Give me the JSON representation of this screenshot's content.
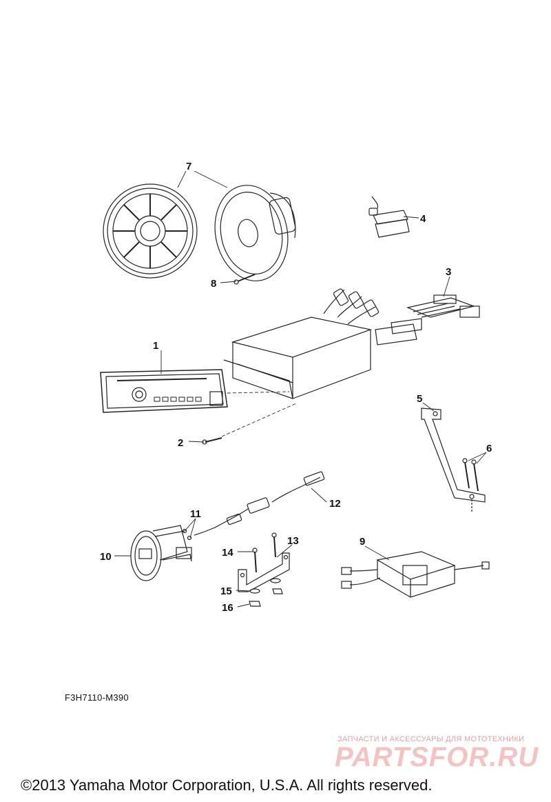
{
  "diagram": {
    "callouts": [
      "1",
      "2",
      "3",
      "4",
      "5",
      "6",
      "7",
      "8",
      "9",
      "10",
      "11",
      "12",
      "13",
      "14",
      "15",
      "16"
    ],
    "parts": {
      "p1": "stereo-head-unit",
      "p2": "screw",
      "p3": "wiring-harness",
      "p4": "fuse-holder",
      "p5": "bracket",
      "p6": "screws",
      "p7": "speaker-and-grille",
      "p8": "screw",
      "p9": "amplifier-module",
      "p10": "remote-control-unit",
      "p11": "fasteners",
      "p12": "extension-cable",
      "p13": "bracket",
      "p14": "bolt",
      "p15": "washer",
      "p16": "nut"
    }
  },
  "drawing_code": "F3H7110-M390",
  "watermark": {
    "tagline": "ЗАПЧАСТИ И АКСЕССУАРЫ ДЛЯ МОТОТЕХНИКИ",
    "brand": "PARTSFOR.RU"
  },
  "copyright": "©2013 Yamaha Motor Corporation, U.S.A. All rights reserved."
}
